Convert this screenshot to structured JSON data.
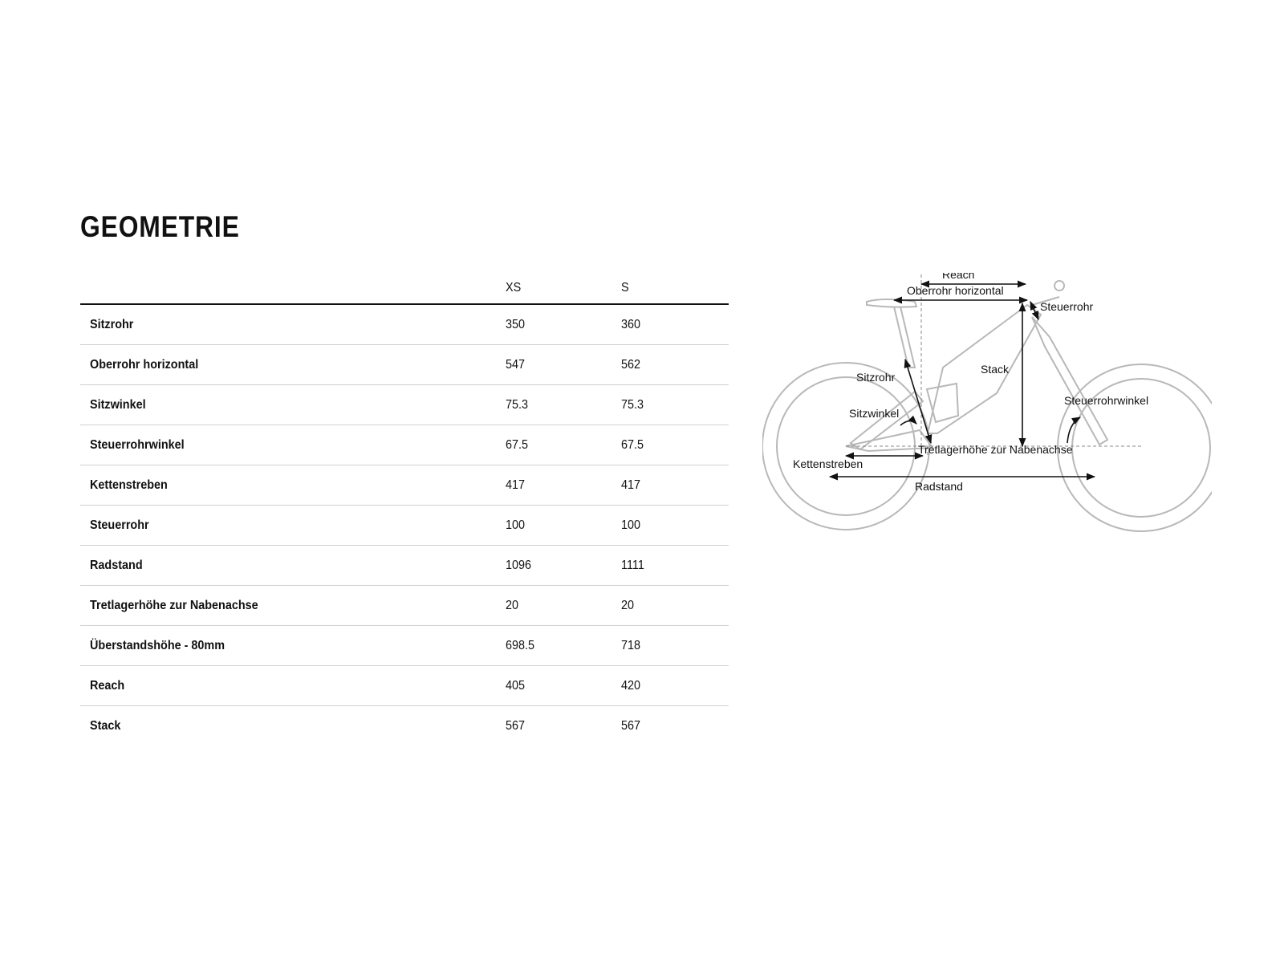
{
  "page": {
    "title": "GEOMETRIE"
  },
  "table": {
    "columns": [
      "",
      "XS",
      "S"
    ],
    "rows": [
      {
        "label": "Sitzrohr",
        "xs": "350",
        "s": "360"
      },
      {
        "label": "Oberrohr horizontal",
        "xs": "547",
        "s": "562"
      },
      {
        "label": "Sitzwinkel",
        "xs": "75.3",
        "s": "75.3"
      },
      {
        "label": "Steuerrohrwinkel",
        "xs": "67.5",
        "s": "67.5"
      },
      {
        "label": "Kettenstreben",
        "xs": "417",
        "s": "417"
      },
      {
        "label": "Steuerrohr",
        "xs": "100",
        "s": "100"
      },
      {
        "label": "Radstand",
        "xs": "1096",
        "s": "1111"
      },
      {
        "label": "Tretlagerhöhe zur Nabenachse",
        "xs": "20",
        "s": "20"
      },
      {
        "label": "Überstandshöhe - 80mm",
        "xs": "698.5",
        "s": "718"
      },
      {
        "label": "Reach",
        "xs": "405",
        "s": "420"
      },
      {
        "label": "Stack",
        "xs": "567",
        "s": "567"
      }
    ]
  },
  "diagram": {
    "labels": {
      "reach": "Reach",
      "top_tube": "Oberrohr horizontal",
      "head_tube": "Steuerrohr",
      "seat_tube": "Sitzrohr",
      "stack": "Stack",
      "head_angle": "Steuerrohrwinkel",
      "seat_angle": "Sitzwinkel",
      "bb_drop": "Tretlagerhöhe zur Nabenachse",
      "chainstay": "Kettenstreben",
      "wheelbase": "Radstand"
    }
  }
}
